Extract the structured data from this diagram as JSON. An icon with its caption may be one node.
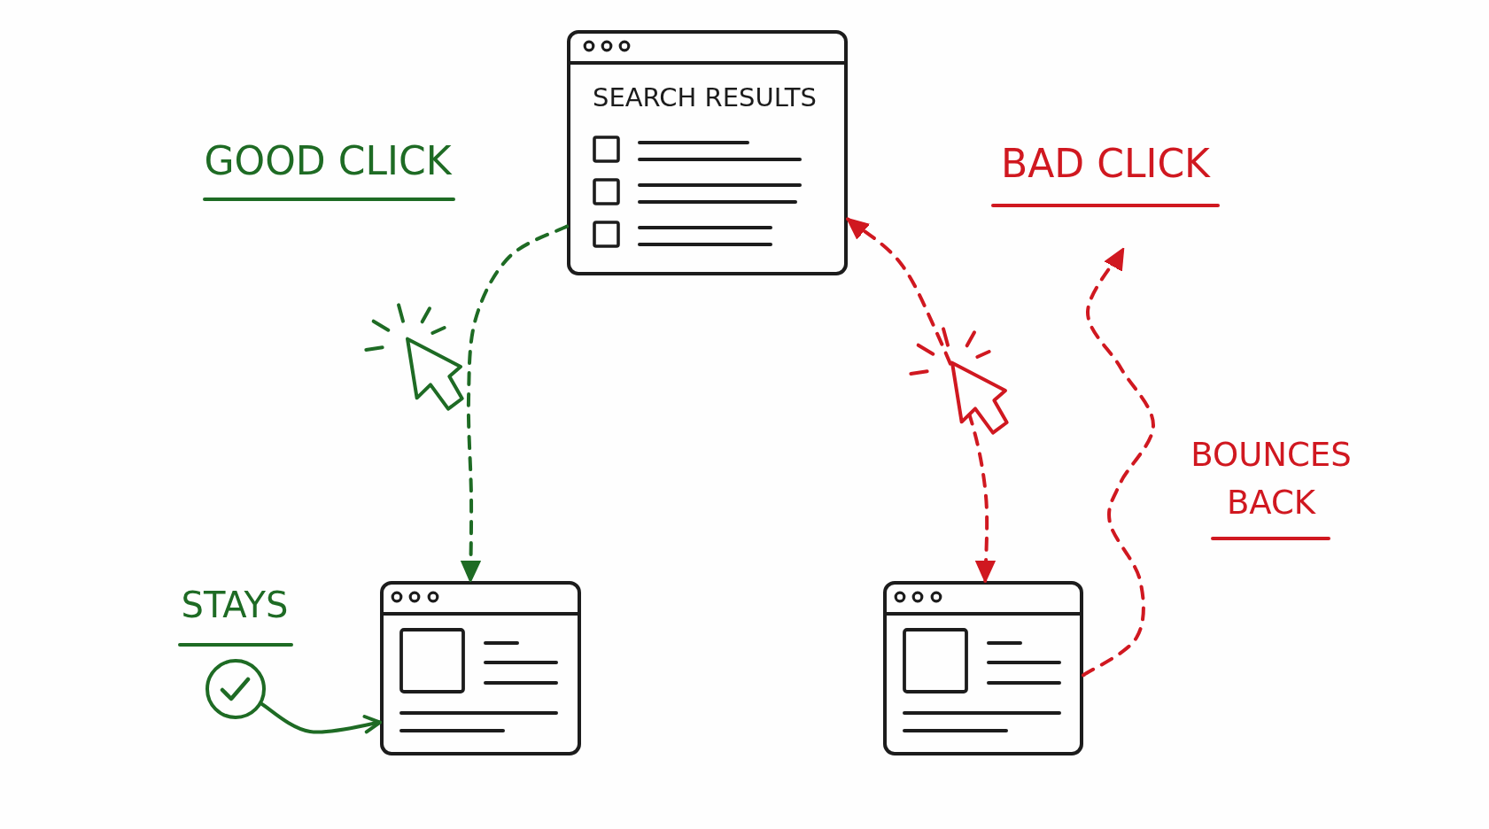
{
  "diagram": {
    "nodes": [
      {
        "text": [
          "SEARCH RESULTS"
        ]
      },
      {
        "text": [],
        "shape": "picture"
      },
      {
        "text": [],
        "shape": "picture"
      },
      {
        "text": [],
        "shape": "circle",
        "beside": [
          "STAYS"
        ]
      }
    ],
    "edges": [
      {
        "from": 0,
        "to": 1,
        "arrow": "to",
        "style": "dashed",
        "color": "#1e6b24"
      },
      {
        "from": 0,
        "to": 2,
        "arrow": "both",
        "style": "dashed",
        "color": "#d01820"
      },
      {
        "from": 2,
        "to": null,
        "arrow": "to",
        "style": "dashed",
        "color": "#d01820"
      },
      {
        "from": 3,
        "to": 1,
        "arrow": "to",
        "color": "#1e6b24"
      }
    ],
    "labels": [
      "GOOD CLICK",
      "BAD CLICK",
      "BOUNCES BACK"
    ]
  }
}
